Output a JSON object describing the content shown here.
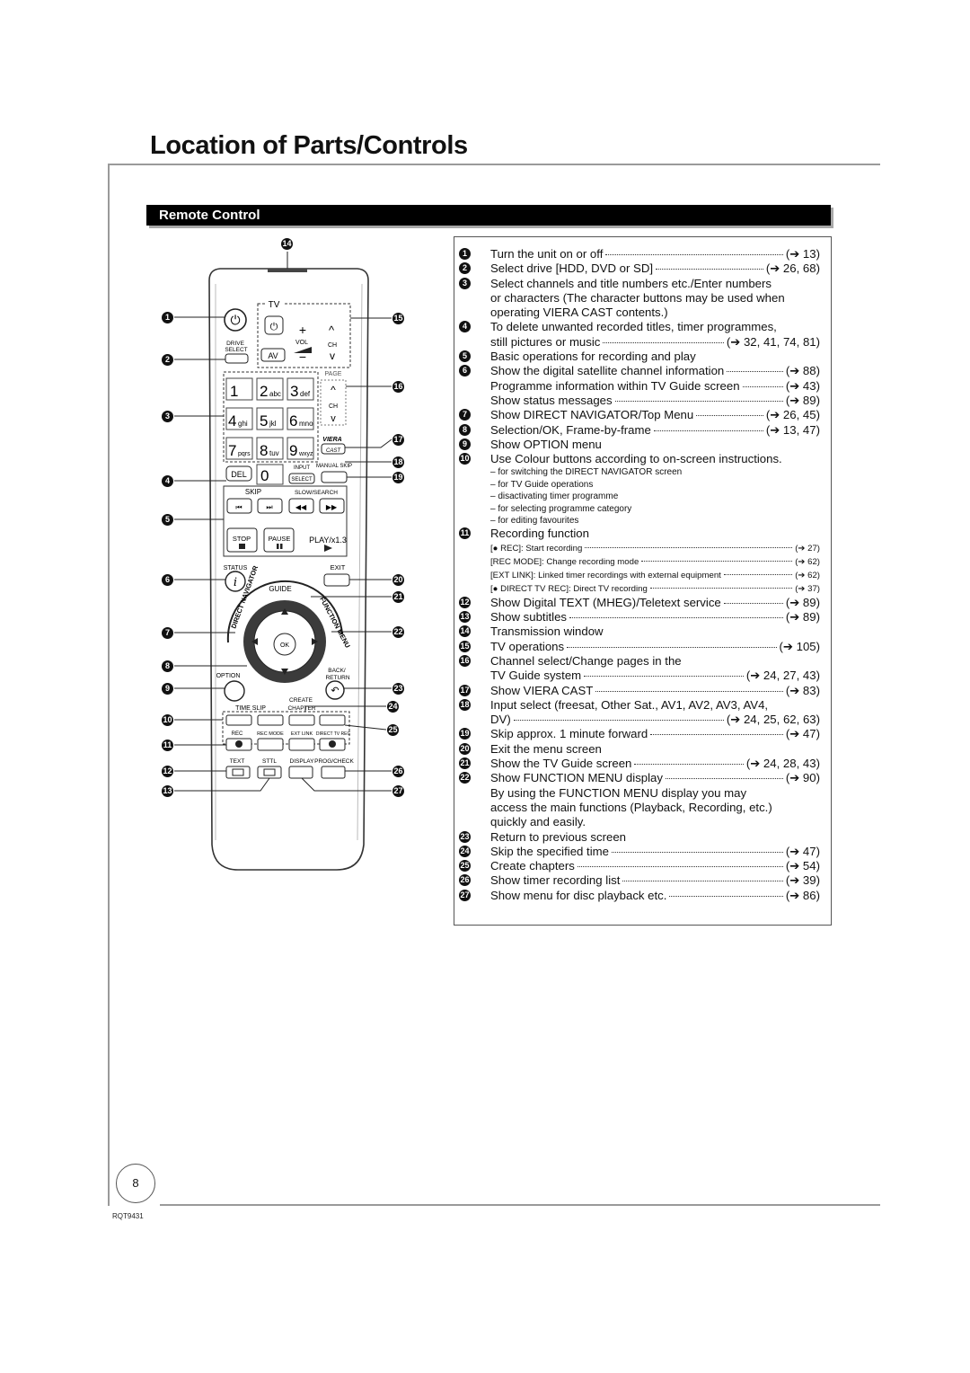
{
  "page_title": "Location of Parts/Controls",
  "section_heading": "Remote Control",
  "page_number": "8",
  "doc_code": "RQT9431",
  "remote_labels": {
    "tv": "TV",
    "drive_select": [
      "DRIVE",
      "SELECT"
    ],
    "vol": "VOL",
    "ch": "CH",
    "av": "AV",
    "page": "PAGE",
    "ch2": "CH",
    "key1": "1",
    "key2": "2",
    "key2_sub": "abc",
    "key3": "3",
    "key3_sub": "def",
    "key4": "4",
    "key4_sub": "ghi",
    "key5": "5",
    "key5_sub": "jkl",
    "key6": "6",
    "key6_sub": "mno",
    "key7": "7",
    "key7_sub": "pqrs",
    "key8": "8",
    "key8_sub": "tuv",
    "key9": "9",
    "key9_sub": "wxyz",
    "key0": "0",
    "viera": "VIERA",
    "cast": "CAST",
    "del": "DEL",
    "input_select": [
      "INPUT",
      "SELECT"
    ],
    "manual_skip": "MANUAL SKIP",
    "skip": "SKIP",
    "slow_search": "SLOW/SEARCH",
    "stop": "STOP",
    "pause": "PAUSE",
    "play": "PLAY/x1.3",
    "status": "STATUS",
    "exit": "EXIT",
    "guide": "GUIDE",
    "direct_navigator": "DIRECT NAVIGATOR",
    "function_menu": "FUNCTION MENU",
    "ok": "OK",
    "option": "OPTION",
    "back_return": [
      "BACK/",
      "RETURN"
    ],
    "create": "CREATE",
    "time_slip": "TIME SLIP",
    "chapter": "CHAPTER",
    "rec": "REC",
    "rec_mode": "REC MODE",
    "ext_link": "EXT LINK",
    "direct_tv_rec": "DIRECT TV REC",
    "text": "TEXT",
    "sttl": "STTL",
    "display": "DISPLAY",
    "prog_check": "PROG/CHECK"
  },
  "callouts": [
    "1",
    "2",
    "3",
    "4",
    "5",
    "6",
    "7",
    "8",
    "9",
    "10",
    "11",
    "12",
    "13",
    "14",
    "15",
    "16",
    "17",
    "18",
    "19",
    "20",
    "21",
    "22",
    "23",
    "24",
    "25",
    "26",
    "27"
  ],
  "items": [
    {
      "n": "1",
      "t": "Turn the unit on or off",
      "r": "(➔ 13)"
    },
    {
      "n": "2",
      "t": "Select drive [HDD, DVD or SD]",
      "r": "(➔ 26, 68)"
    },
    {
      "n": "3",
      "t": "Select channels and title numbers etc./Enter numbers",
      "l2": "or characters (The character buttons may be used when",
      "l3": "operating VIERA CAST contents.)"
    },
    {
      "n": "4",
      "t": "To delete unwanted recorded titles, timer programmes,",
      "t2": "still pictures or music",
      "r2": "(➔ 32, 41, 74, 81)"
    },
    {
      "n": "5",
      "t": "Basic operations for recording and play"
    },
    {
      "n": "6",
      "t": "Show the digital satellite channel information",
      "r": "(➔ 88)",
      "t2": "Programme information within TV Guide screen",
      "r2": "(➔ 43)",
      "t3": "Show status messages",
      "r3": "(➔ 89)"
    },
    {
      "n": "7",
      "t": "Show DIRECT NAVIGATOR/Top Menu",
      "r": "(➔ 26, 45)"
    },
    {
      "n": "8",
      "t": "Selection/OK, Frame-by-frame",
      "r": "(➔ 13, 47)"
    },
    {
      "n": "9",
      "t": "Show OPTION menu"
    },
    {
      "n": "10",
      "t": "Use Colour buttons according to on-screen instructions.",
      "subs": [
        "– for switching the DIRECT NAVIGATOR screen",
        "– for TV Guide operations",
        "– disactivating timer programme",
        "– for selecting programme category",
        "– for editing favourites"
      ]
    },
    {
      "n": "11",
      "t": "Recording function",
      "subs2": [
        {
          "t": "[● REC]: Start recording",
          "r": "(➔ 27)"
        },
        {
          "t": "[REC MODE]: Change recording mode",
          "r": "(➔ 62)"
        },
        {
          "t": "[EXT LINK]: Linked timer recordings with external equipment",
          "r": "(➔ 62)"
        },
        {
          "t": "[● DIRECT TV REC]: Direct TV recording",
          "r": "(➔ 37)"
        }
      ]
    },
    {
      "n": "12",
      "t": "Show Digital TEXT (MHEG)/Teletext service",
      "r": "(➔ 89)"
    },
    {
      "n": "13",
      "t": "Show subtitles",
      "r": "(➔ 89)"
    },
    {
      "n": "14",
      "t": "Transmission window"
    },
    {
      "n": "15",
      "t": "TV operations",
      "r": "(➔ 105)"
    },
    {
      "n": "16",
      "t": "Channel select/Change pages in the",
      "t2": "TV Guide system",
      "r2": "(➔ 24, 27, 43)"
    },
    {
      "n": "17",
      "t": "Show VIERA CAST",
      "r": "(➔ 83)"
    },
    {
      "n": "18",
      "t": "Input select (freesat, Other Sat., AV1, AV2, AV3, AV4,",
      "t2": "DV)",
      "r2": "(➔ 24, 25, 62, 63)"
    },
    {
      "n": "19",
      "t": "Skip approx. 1 minute forward",
      "r": "(➔ 47)"
    },
    {
      "n": "20",
      "t": "Exit the menu screen"
    },
    {
      "n": "21",
      "t": "Show the TV Guide screen",
      "r": "(➔ 24, 28, 43)"
    },
    {
      "n": "22",
      "t": "Show FUNCTION MENU display",
      "r": "(➔ 90)",
      "l2": "By using the FUNCTION MENU display you may",
      "l3": "access the main functions (Playback, Recording, etc.)",
      "l4": "quickly and easily."
    },
    {
      "n": "23",
      "t": "Return to previous screen"
    },
    {
      "n": "24",
      "t": "Skip the specified time",
      "r": "(➔ 47)"
    },
    {
      "n": "25",
      "t": "Create chapters",
      "r": "(➔ 54)"
    },
    {
      "n": "26",
      "t": "Show timer recording list",
      "r": "(➔ 39)"
    },
    {
      "n": "27",
      "t": "Show menu for disc playback etc.",
      "r": "(➔ 86)"
    }
  ]
}
